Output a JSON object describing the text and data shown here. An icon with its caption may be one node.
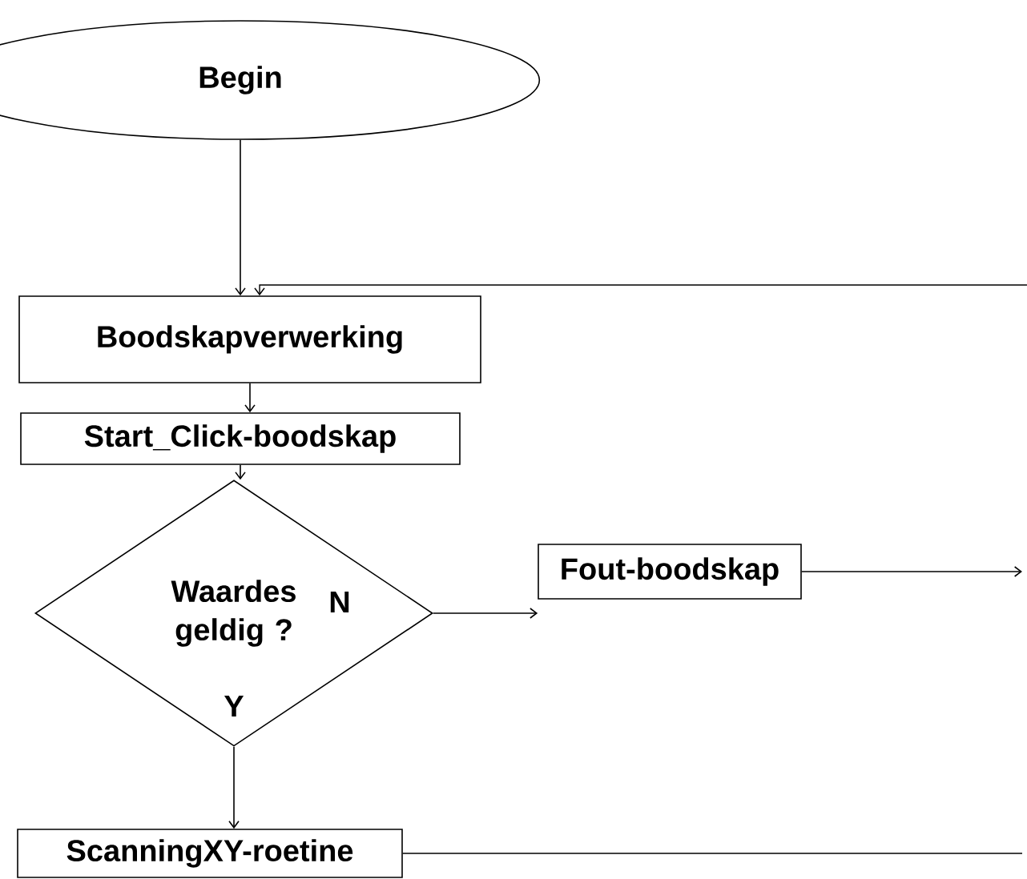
{
  "diagram": {
    "nodes": [
      {
        "text": [
          "Begin"
        ]
      },
      {
        "text": [
          "Boodskapverwerking"
        ]
      },
      {
        "text": [
          "Start_Click-boodskap"
        ]
      },
      {
        "text": [
          "Waardes geldig ?"
        ]
      },
      {
        "text": [
          "Fout-boodskap"
        ]
      },
      {
        "text": [
          "ScanningXY-roetine"
        ]
      }
    ],
    "edges": [
      {
        "from": 0,
        "to": 1,
        "arrow": "to"
      },
      {
        "from": null,
        "to": 1,
        "arrow": "to"
      },
      {
        "from": 1,
        "to": 2,
        "arrow": "to"
      },
      {
        "from": 2,
        "to": 3,
        "arrow": "to"
      },
      {
        "from": 3,
        "to": 4,
        "arrow": "to",
        "label": "N"
      },
      {
        "from": 3,
        "to": 5,
        "arrow": "to",
        "label": "Y"
      },
      {
        "from": 4,
        "to": null,
        "arrow": "to"
      },
      {
        "from": 5,
        "to": null,
        "arrow": "none"
      }
    ]
  }
}
